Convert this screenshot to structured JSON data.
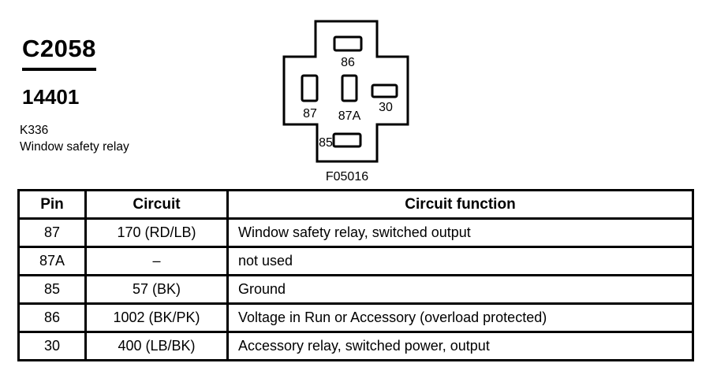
{
  "header": {
    "connector_id": "C2058",
    "part_number": "14401",
    "component_code": "K336",
    "component_name": "Window safety relay"
  },
  "diagram": {
    "figure_label": "F05016",
    "pins": [
      "86",
      "87",
      "87A",
      "30",
      "85"
    ]
  },
  "table": {
    "headers": [
      "Pin",
      "Circuit",
      "Circuit function"
    ],
    "rows": [
      [
        "87",
        "170 (RD/LB)",
        "Window safety relay, switched output"
      ],
      [
        "87A",
        "–",
        "not used"
      ],
      [
        "85",
        "57 (BK)",
        "Ground"
      ],
      [
        "86",
        "1002 (BK/PK)",
        "Voltage in Run or Accessory (overload protected)"
      ],
      [
        "30",
        "400 (LB/BK)",
        "Accessory relay, switched power, output"
      ]
    ]
  },
  "colors": {
    "ink": "#000000",
    "paper": "#ffffff"
  }
}
